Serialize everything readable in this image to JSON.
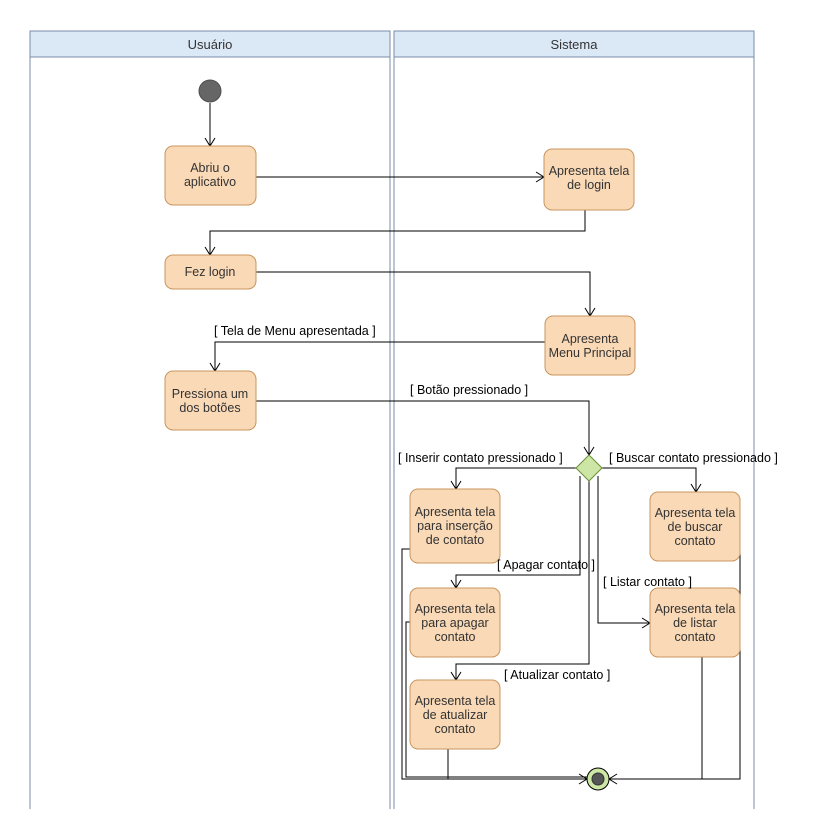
{
  "swimlanes": {
    "user": "Usuário",
    "system": "Sistema"
  },
  "activities": {
    "abriu_app": [
      "Abriu o",
      "aplicativo"
    ],
    "tela_login": [
      "Apresenta tela",
      "de login"
    ],
    "fez_login": [
      "Fez login"
    ],
    "menu_principal": [
      "Apresenta",
      "Menu Principal"
    ],
    "pressiona_botao": [
      "Pressiona um",
      "dos botões"
    ],
    "tela_insercao": [
      "Apresenta tela",
      "para inserção",
      "de contato"
    ],
    "tela_buscar": [
      "Apresenta tela",
      "de buscar",
      "contato"
    ],
    "tela_apagar": [
      "Apresenta tela",
      "para apagar",
      "contato"
    ],
    "tela_listar": [
      "Apresenta tela",
      "de listar",
      "contato"
    ],
    "tela_atualizar": [
      "Apresenta tela",
      "de atualizar",
      "contato"
    ]
  },
  "guards": {
    "menu_apresentada": "[ Tela de Menu apresentada ]",
    "botao_pressionado": "[ Botão pressionado ]",
    "inserir": "[ Inserir contato pressionado ]",
    "buscar": "[ Buscar contato pressionado ]",
    "apagar": "[ Apagar contato ]",
    "listar": "[ Listar contato ]",
    "atualizar": "[ Atualizar contato ]"
  },
  "colors": {
    "activity_fill": "#fad9b6",
    "activity_border": "#c9955e",
    "decision_fill": "#cde6a5",
    "lane_header": "#dbe8f6",
    "initial_node": "#666666"
  }
}
